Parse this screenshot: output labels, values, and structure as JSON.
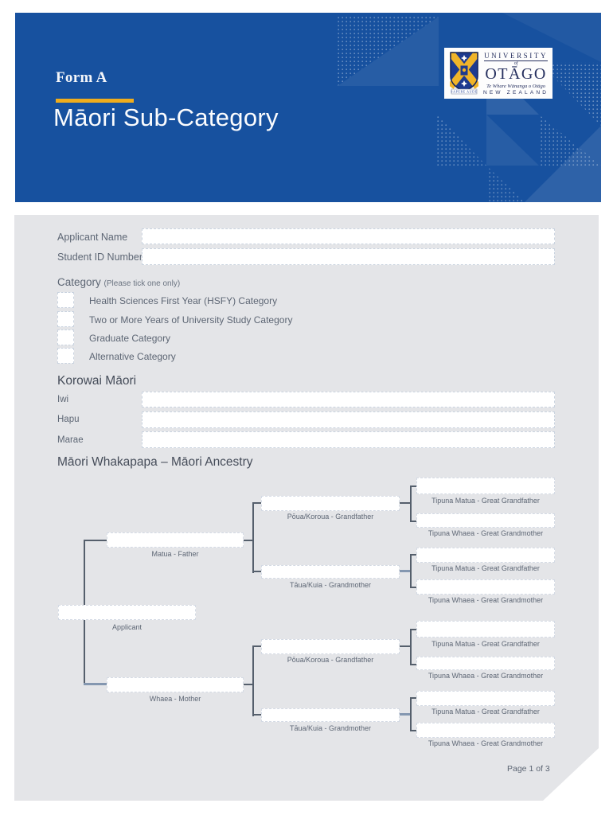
{
  "header": {
    "form_label": "Form A",
    "title": "Māori Sub-Category",
    "colors": {
      "banner_blue": "#17519f",
      "accent_yellow": "#f0ad1d",
      "sheet_gray": "#e4e5e8"
    },
    "logo": {
      "university": "UNIVERSITY",
      "of": "of",
      "name": "OTĀGO",
      "maori_name": "Te Whare Wānanga o Otāgo",
      "country": "NEW ZEALAND",
      "motto": "SAPERE AUDE"
    }
  },
  "form": {
    "applicant_name": {
      "label": "Applicant Name",
      "value": ""
    },
    "student_id": {
      "label": "Student ID Number",
      "value": ""
    },
    "category": {
      "label": "Category",
      "note": "(Please tick one only)",
      "options": [
        {
          "label": "Health Sciences First Year (HSFY) Category",
          "checked": false
        },
        {
          "label": "Two or More Years of University Study Category",
          "checked": false
        },
        {
          "label": "Graduate Category",
          "checked": false
        },
        {
          "label": "Alternative Category",
          "checked": false
        }
      ]
    },
    "korowai": {
      "heading": "Korowai Māori",
      "iwi": {
        "label": "Iwi",
        "value": ""
      },
      "hapu": {
        "label": "Hapu",
        "value": ""
      },
      "marae": {
        "label": "Marae",
        "value": ""
      }
    },
    "whakapapa": {
      "heading": "Māori Whakapapa – Māori Ancestry",
      "labels": {
        "applicant": "Applicant",
        "father": "Matua - Father",
        "mother": "Whaea - Mother",
        "grandfather": "Pōua/Koroua - Grandfather",
        "grandmother": "Tāua/Kuia - Grandmother",
        "great_grandfather": "Tipuna Matua - Great Grandfather",
        "great_grandmother": "Tipuna Whaea - Great Grandmother"
      }
    },
    "footer": {
      "page_label": "Page 1 of 3"
    }
  }
}
